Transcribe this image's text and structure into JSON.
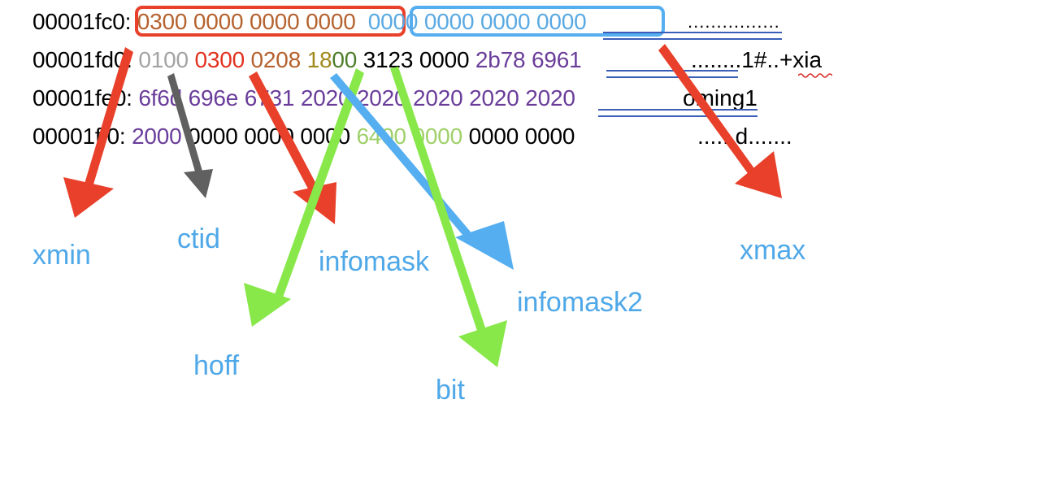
{
  "colors": {
    "xmin": "#b5622e",
    "xmax": "#5aa9e3",
    "ctid": "#a3a3a3",
    "infomask": "#e2321f",
    "infomask2": "#b5622e",
    "hoff": "#a08a1e",
    "bit_word": "#4e7d2a",
    "data": "#6a3d9a",
    "null_bitmap": "#9fd06a",
    "plain": "#000000",
    "label": "#4fa8e8",
    "arrow_red": "#e8402a",
    "arrow_gray": "#606060",
    "arrow_green": "#88e84a",
    "arrow_blue": "#55aef0"
  },
  "hex_dump": {
    "rows": [
      {
        "offset": "00001fc0:",
        "words": [
          "0300",
          "0000",
          "0000",
          "0000",
          "0000",
          "0000",
          "0000",
          "0000"
        ],
        "ascii": "................"
      },
      {
        "offset": "00001fd0:",
        "words": [
          "0100",
          "0300",
          "0208",
          "1800",
          "3123",
          "0000",
          "2b78",
          "6961"
        ],
        "ascii": "........1#..+xia"
      },
      {
        "offset": "00001fe0:",
        "words": [
          "6f6d",
          "696e",
          "6731",
          "2020",
          "2020",
          "2020",
          "2020",
          "2020"
        ],
        "ascii": "oming1"
      },
      {
        "offset": "00001ff0:",
        "words": [
          "2000",
          "0000",
          "0000",
          "0000",
          "6400",
          "0000",
          "0000",
          "0000"
        ],
        "ascii": "......d......."
      }
    ]
  },
  "labels": {
    "xmin": "xmin",
    "ctid": "ctid",
    "infomask": "infomask",
    "xmax": "xmax",
    "infomask2": "infomask2",
    "hoff": "hoff",
    "bit": "bit"
  }
}
